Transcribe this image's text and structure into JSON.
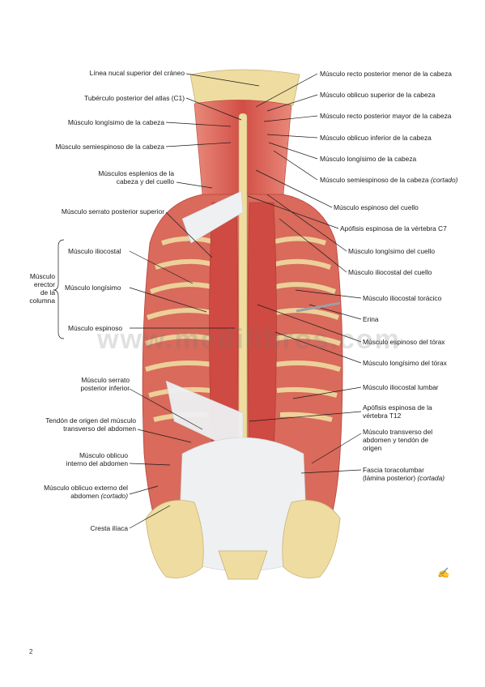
{
  "labels_left": {
    "linea_nucal": "Línea nucal superior del cráneo",
    "tuberculo_atlas": "Tubérculo posterior del atlas (C1)",
    "longisimo_cabeza": "Músculo longísimo de la cabeza",
    "semiespinoso_cabeza": "Músculo semiespinoso de la cabeza",
    "esplenios_1": "Músculos esplenios de la",
    "esplenios_2": "cabeza y del cuello",
    "serrato_sup": "Músculo serrato posterior superior",
    "erector_1": "Músculo",
    "erector_2": "erector",
    "erector_3": "de la",
    "erector_4": "columna",
    "iliocostal": "Músculo iliocostal",
    "longisimo": "Músculo longísimo",
    "espinoso": "Músculo espinoso",
    "serrato_inf_1": "Músculo serrato",
    "serrato_inf_2": "posterior inferior",
    "tendon_1": "Tendón de origen del músculo",
    "tendon_2": "transverso del abdomen",
    "oblicuo_int_1": "Músculo oblicuo",
    "oblicuo_int_2": "interno del abdomen",
    "oblicuo_ext_1": "Músculo oblicuo externo del",
    "oblicuo_ext_2": "abdomen",
    "oblicuo_ext_2_note": "(cortado)",
    "cresta": "Cresta ilíaca"
  },
  "labels_right": {
    "recto_menor": "Músculo recto posterior menor de la cabeza",
    "oblicuo_sup": "Músculo oblicuo superior de la cabeza",
    "recto_mayor": "Músculo recto posterior mayor de la cabeza",
    "oblicuo_inf": "Músculo oblicuo inferior de la cabeza",
    "longisimo_cabeza": "Músculo longísimo de la cabeza",
    "semiespinoso": "Músculo semiespinoso de la cabeza",
    "semiespinoso_note": "(cortado)",
    "espinoso_cuello": "Músculo espinoso del cuello",
    "apofisis_c7": "Apófisis espinosa de la vértebra C7",
    "longisimo_cuello": "Músculo longísimo del cuello",
    "iliocostal_cuello": "Músculo iliocostal del cuello",
    "iliocostal_toracico": "Músculo iliocostal torácico",
    "erina": "Erina",
    "espinoso_torax": "Músculo espinoso del tórax",
    "longisimo_torax": "Músculo longísimo del tórax",
    "iliocostal_lumbar": "Músculo iliocostal lumbar",
    "apofisis_t12_1": "Apófisis espinosa de la",
    "apofisis_t12_2": "vértebra T12",
    "transverso_1": "Músculo transverso del",
    "transverso_2": "abdomen y tendón de",
    "transverso_3": "origen",
    "fascia_1": "Fascia toracolumbar",
    "fascia_2": "(lámina posterior)",
    "fascia_2_note": "(cortada)"
  },
  "watermark": "www.medilibros.com",
  "page_number": "2",
  "colors": {
    "muscle": "#d9574e",
    "muscle_light": "#ee9a8a",
    "bone": "#efdca0",
    "tendon": "#eef0f2",
    "leader": "#1a1a1a"
  }
}
